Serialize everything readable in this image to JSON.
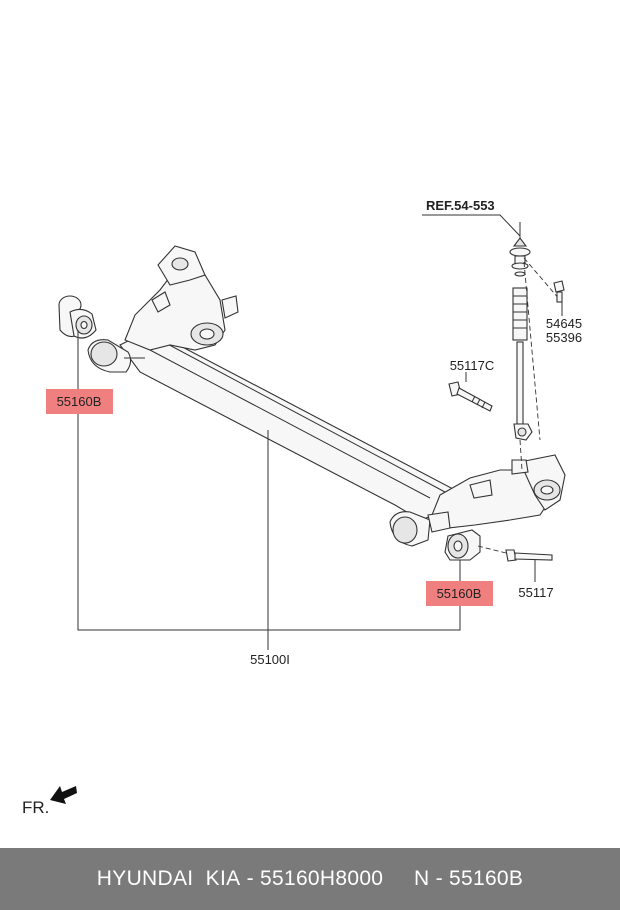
{
  "diagram": {
    "ref_label": "REF.54-553",
    "labels": {
      "bushing_left": "55160B",
      "bushing_right": "55160B",
      "axle": "55100I",
      "bolt_upper": "55117C",
      "bolt_lower": "55117",
      "shock_part_1": "54645",
      "shock_part_2": "55396"
    },
    "front_indicator": "FR.",
    "highlight_color": "#f08080"
  },
  "footer": {
    "brand": "HYUNDAI  KIA",
    "sep1": " - ",
    "part_number": "55160H8000",
    "gap": "     ",
    "ref_prefix": "N - ",
    "ref_number": "55160B",
    "background": "#7a7a7a"
  }
}
